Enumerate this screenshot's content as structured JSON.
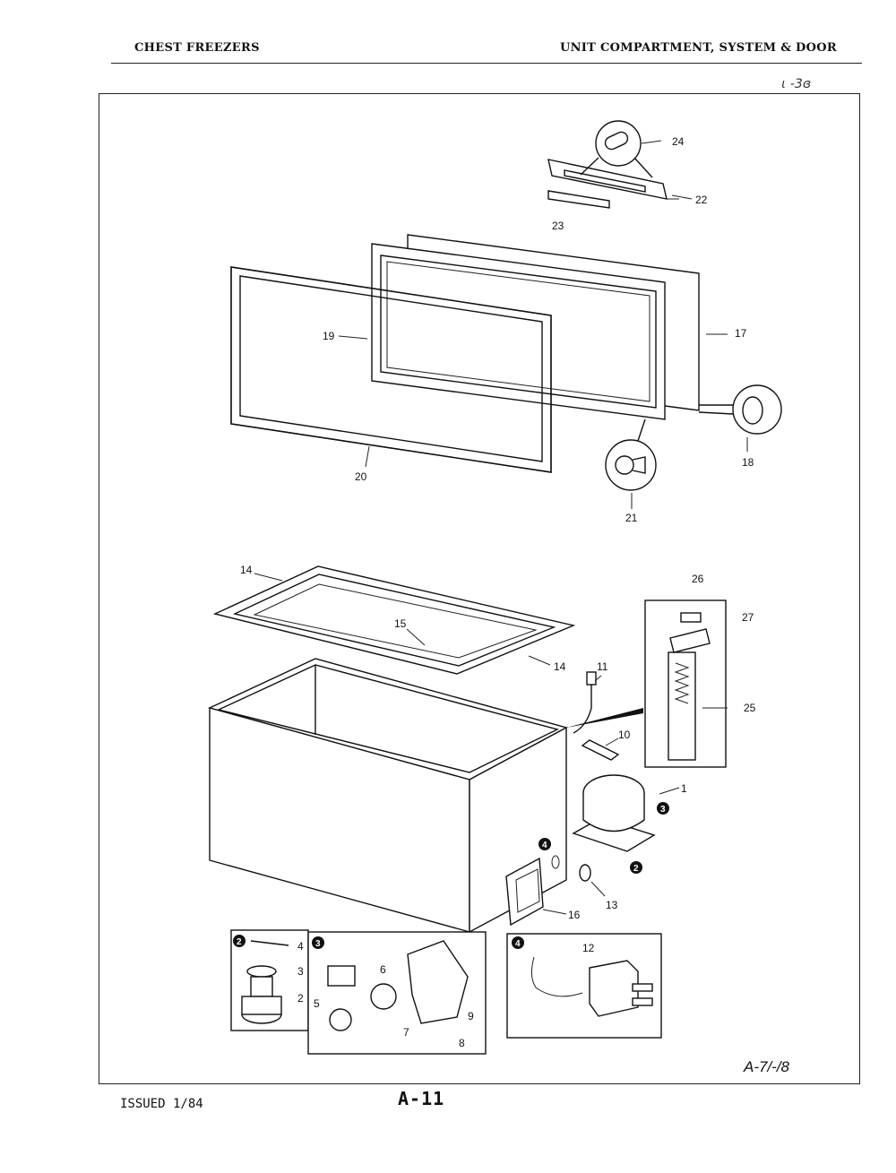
{
  "header": {
    "left": "CHEST FREEZERS",
    "right": "UNIT COMPARTMENT, SYSTEM & DOOR"
  },
  "page_note_top": "ɩ -3ɞ",
  "drawing_code": "A-7/-/8",
  "footer": {
    "issued": "ISSUED 1/84",
    "page": "A-11"
  },
  "callouts": {
    "c1": "1",
    "c2": "2",
    "c3": "3",
    "c4": "4",
    "c5": "5",
    "c6": "6",
    "c7": "7",
    "c8": "8",
    "c9": "9",
    "c10": "10",
    "c11": "11",
    "c12": "12",
    "c13": "13",
    "c14a": "14",
    "c14b": "14",
    "c15": "15",
    "c16": "16",
    "c17": "17",
    "c18": "18",
    "c19": "19",
    "c20": "20",
    "c21": "21",
    "c22": "22",
    "c23": "23",
    "c24": "24",
    "c25": "25",
    "c26": "26",
    "c27": "27"
  },
  "detail_keys": {
    "k2a": "2",
    "k2b": "2",
    "k3a": "3",
    "k3b": "3",
    "k4a": "4",
    "k4b": "4"
  }
}
